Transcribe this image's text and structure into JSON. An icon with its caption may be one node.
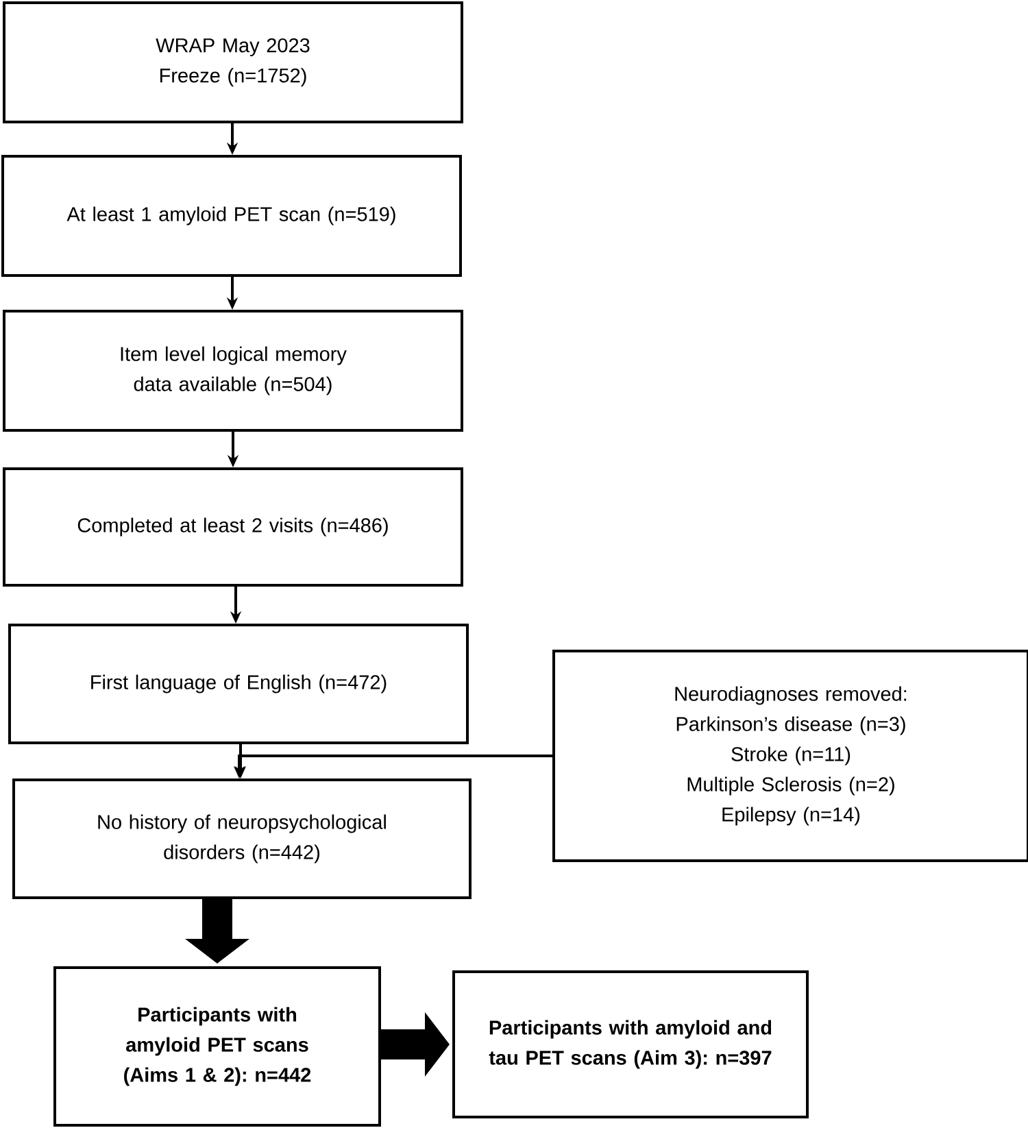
{
  "diagram": {
    "nodes": [
      {
        "text": [
          "WRAP May 2023 Freeze (n=1752)"
        ]
      },
      {
        "text": [
          "At least 1 amyloid PET scan (n=519)"
        ]
      },
      {
        "text": [
          "Item level logical memory data available (n=504)"
        ]
      },
      {
        "text": [
          "Completed at least 2 visits (n=486)"
        ]
      },
      {
        "text": [
          "First language of English (n=472)"
        ]
      },
      {
        "text": [
          "Neurodiagnoses removed:",
          "Parkinson’s disease (n=3)",
          "Stroke (n=11)",
          "Multiple Sclerosis (n=2)",
          "Epilepsy (n=14)"
        ]
      },
      {
        "text": [
          "No history of neuropsychological disorders (n=442)"
        ]
      },
      {
        "text": [
          "Participants with amyloid PET scans (Aims 1 & 2): n=442"
        ]
      },
      {
        "text": [
          "Participants with amyloid and tau PET scans (Aim 3): n=397"
        ]
      }
    ],
    "edges": [
      {
        "from": 0,
        "to": 1,
        "arrow": "to"
      },
      {
        "from": 1,
        "to": 2,
        "arrow": "to"
      },
      {
        "from": 2,
        "to": 3,
        "arrow": "to"
      },
      {
        "from": 3,
        "to": 4,
        "arrow": "to"
      },
      {
        "from": 4,
        "to": 6,
        "arrow": "to"
      },
      {
        "from": 5,
        "to": 6,
        "arrow": "to"
      },
      {
        "from": 6,
        "to": 7,
        "arrow": "to",
        "style": "thick"
      },
      {
        "from": 7,
        "to": 8,
        "arrow": "to",
        "style": "thick"
      }
    ]
  }
}
